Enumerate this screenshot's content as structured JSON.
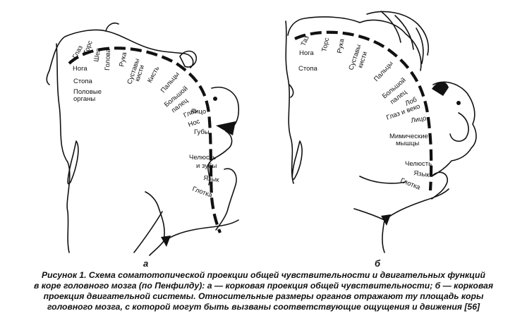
{
  "panels": {
    "a": {
      "letter": "а",
      "labels": [
        "Глаз",
        "Торс",
        "Шея",
        "Голова",
        "Рука",
        "Суставы",
        "кисти",
        "Кисть",
        "Пальцы",
        "Большой",
        "палец",
        "Глаз",
        "Нос",
        "Нога",
        "Стопа",
        "Половые",
        "органы",
        "Лицо",
        "Губы",
        "Челюсть",
        "и зубы",
        "Язык",
        "Глотка"
      ]
    },
    "b": {
      "letter": "б",
      "labels": [
        "Таз",
        "Торс",
        "Рука",
        "Суставы",
        "кисти",
        "Нога",
        "Стопа",
        "Пальцы",
        "Большой",
        "палец",
        "Лоб",
        "Глаз и веко",
        "Лицо",
        "Мимические",
        "мышцы",
        "Челюсть",
        "Язык",
        "Глотка"
      ]
    }
  },
  "caption": {
    "lines": [
      "Рисунок 1. Схема соматотопической проекции общей чувствительности и двигательных функций",
      "в коре головного мозга (по Пенфилду): а — корковая проекция общей чувствительности; б — корковая",
      "проекция двигательной системы. Относительные размеры органов отражают ту площадь коры",
      "головного мозга, с которой могут быть вызваны соответствующие ощущения и движения [56]"
    ]
  }
}
